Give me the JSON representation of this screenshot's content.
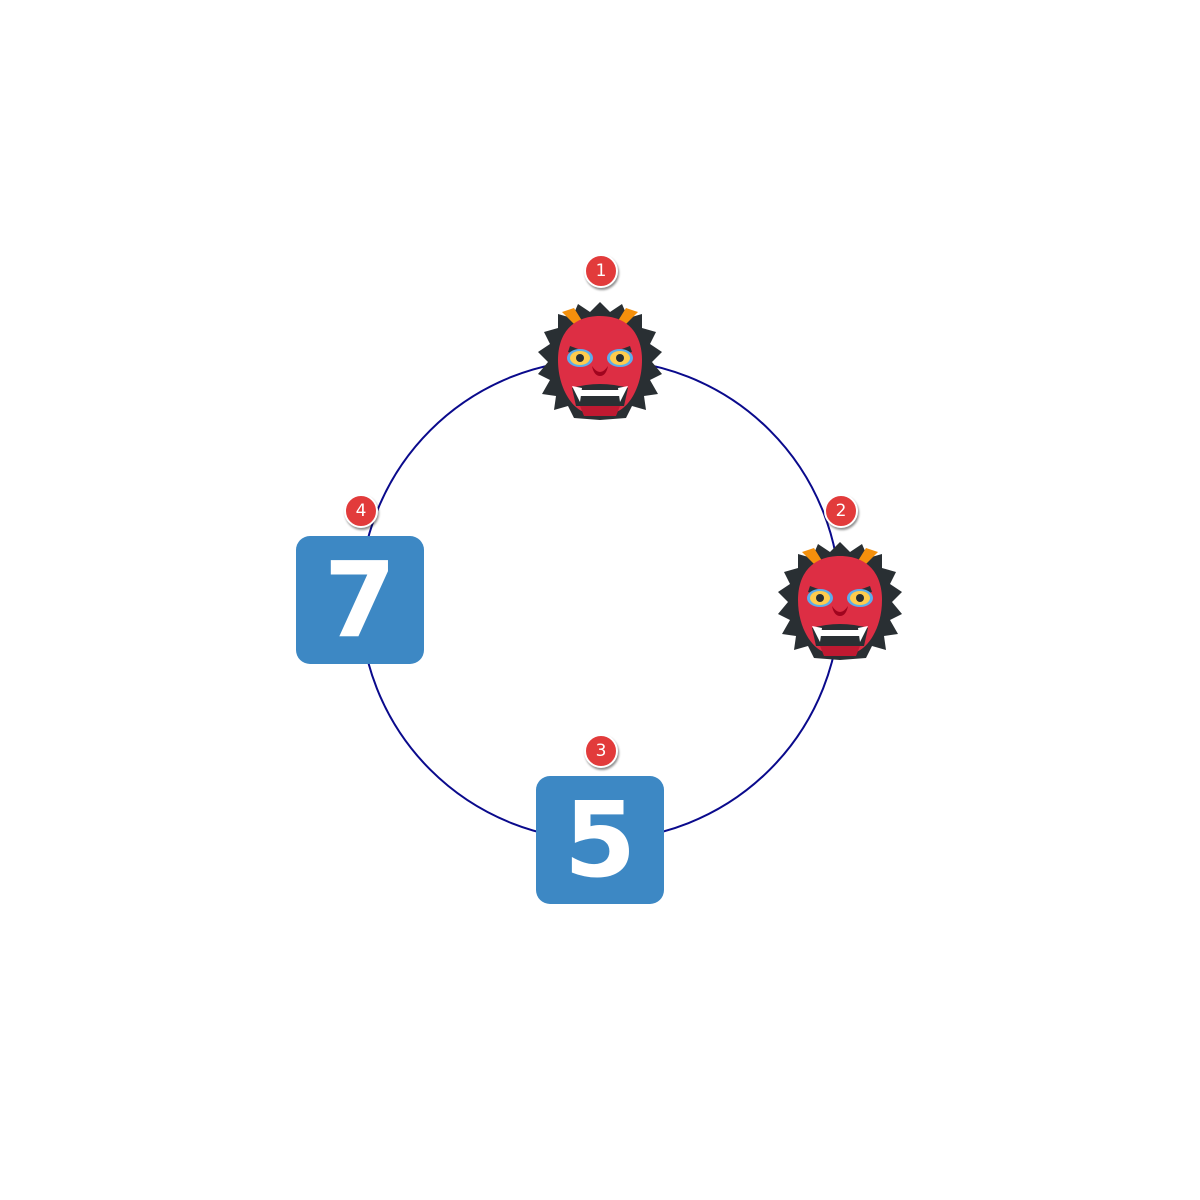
{
  "colors": {
    "ring": "#0a0a8c",
    "badge": "#e23b3b",
    "tile": "#3d88c4"
  },
  "nodes": [
    {
      "badge": "1",
      "kind": "icon",
      "icon": "ogre-icon"
    },
    {
      "badge": "2",
      "kind": "icon",
      "icon": "ogre-icon"
    },
    {
      "badge": "3",
      "kind": "tile",
      "label": "5"
    },
    {
      "badge": "4",
      "kind": "tile",
      "label": "7"
    }
  ]
}
